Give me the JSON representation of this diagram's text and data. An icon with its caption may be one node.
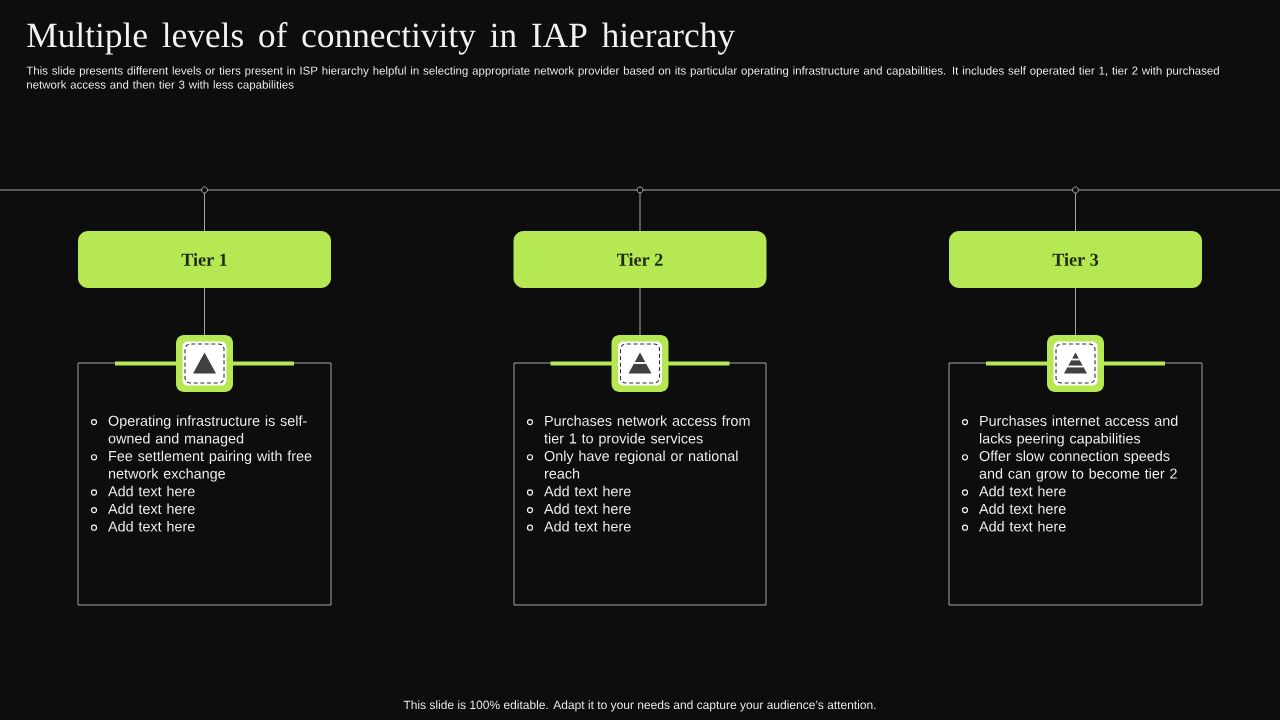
{
  "diagram": {
    "title": "Multiple levels of connectivity in IAP hierarchy",
    "nodes": [
      {
        "text": [],
        "shape": "circle"
      },
      {
        "text": [],
        "shape": "circle"
      },
      {
        "text": [],
        "shape": "circle"
      },
      {
        "text": [
          "Tier 1"
        ]
      },
      {
        "text": [
          "Tier 2"
        ]
      },
      {
        "text": [
          "Tier 3"
        ]
      },
      {
        "text": [],
        "shape": "picture"
      },
      {
        "text": [],
        "shape": "picture"
      },
      {
        "text": [],
        "shape": "picture"
      },
      {
        "text": [
          "Operating infrastructure is self-owned and managed",
          "Fee settlement pairing with free network exchange",
          "Add text here",
          "Add text here",
          "Add text here"
        ]
      },
      {
        "text": [
          "Purchases network access from tier 1 to provide services",
          "Only have regional or national reach",
          "Add text here",
          "Add text here",
          "Add text here"
        ]
      },
      {
        "text": [
          "Purchases internet access and lacks peering capabilities",
          "Offer slow connection speeds and can grow to become tier 2",
          "Add text here",
          "Add text here",
          "Add text here"
        ]
      }
    ],
    "edges": [
      {
        "from": null,
        "to": 0,
        "arrow": "none"
      },
      {
        "from": 0,
        "to": 1,
        "arrow": "none"
      },
      {
        "from": 1,
        "to": 2,
        "arrow": "none"
      },
      {
        "from": 2,
        "to": null,
        "arrow": "none"
      },
      {
        "from": 0,
        "to": 3,
        "arrow": "none"
      },
      {
        "from": 1,
        "to": 4,
        "arrow": "none"
      },
      {
        "from": 2,
        "to": 5,
        "arrow": "none"
      },
      {
        "from": 3,
        "to": 6,
        "arrow": "none"
      },
      {
        "from": 4,
        "to": 7,
        "arrow": "none"
      },
      {
        "from": 5,
        "to": 8,
        "arrow": "none"
      }
    ],
    "labels": [
      "This slide presents different levels or tiers present in ISP hierarchy helpful in selecting appropriate network provider based on its particular operating infrastructure and capabilities. It includes self operated tier 1, tier 2 with purchased network access and then tier 3 with less capabilities",
      "This slide is 100% editable. Adapt it to your needs and capture your audience’s attention."
    ]
  }
}
